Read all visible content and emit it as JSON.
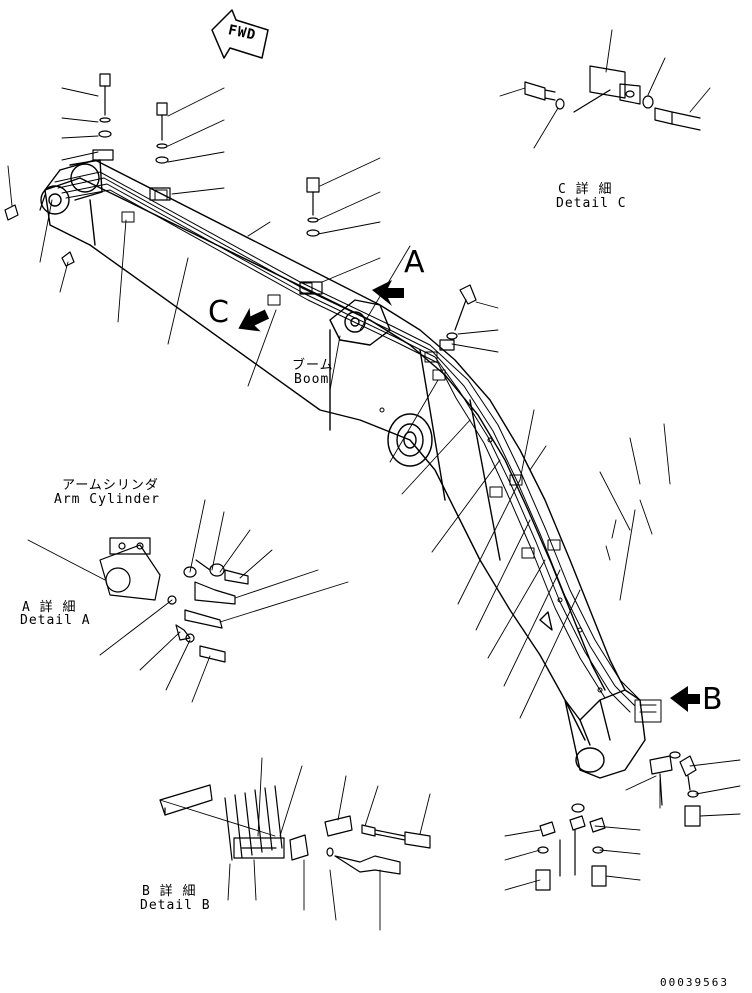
{
  "drawing_number": "00039563",
  "fwd_mark": "FWD",
  "view_labels": {
    "a": "A",
    "b": "B",
    "c": "C"
  },
  "part_names": {
    "boom_jp": "ブーム",
    "boom_en": "Boom",
    "arm_cylinder_jp": "アームシリンダ",
    "arm_cylinder_en": "Arm Cylinder"
  },
  "details": {
    "a": {
      "jp": "A 詳 細",
      "en": "Detail A"
    },
    "b": {
      "jp": "B 詳 細",
      "en": "Detail B"
    },
    "c": {
      "jp": "C 詳 細",
      "en": "Detail C"
    }
  },
  "colors": {
    "ink": "#000000",
    "paper": "#ffffff"
  }
}
